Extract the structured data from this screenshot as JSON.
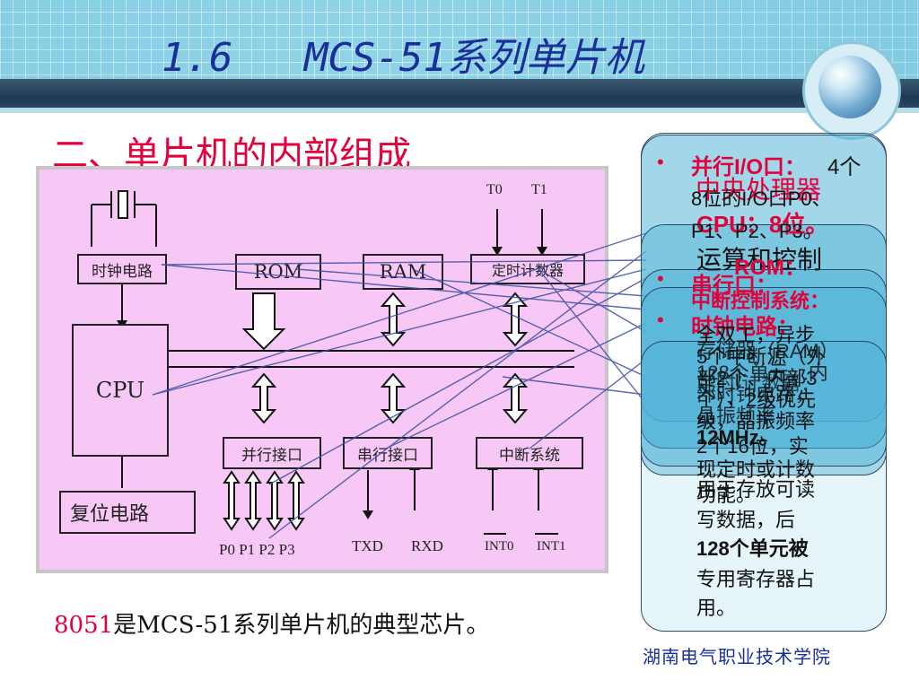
{
  "slide": {
    "title": "1.6   MCS-51系列单片机",
    "subtitle": "二、单片机的内部组成",
    "footer_chip": "8051",
    "footer_rest": "是MCS-51系列单片机的典型芯片。",
    "school": "湖南电气职业技术学院"
  },
  "diagram": {
    "clock": "时钟电路",
    "rom": "ROM",
    "ram": "RAM",
    "timer": "定时计数器",
    "cpu": "CPU",
    "parallel": "并行接口",
    "serial": "串行接口",
    "interrupt": "中断系统",
    "reset": "复位电路",
    "t0": "T0",
    "t1": "T1",
    "ports": "P0 P1 P2 P3",
    "txd": "TXD",
    "rxd": "RXD",
    "int0": "INT0",
    "int1": "INT1"
  },
  "callouts": {
    "bullet": "•",
    "io_head": "并行I/O口：",
    "io_rest": "4个",
    "cpu_head": "中央处理器",
    "io_line2": "8位的I/O口P0、",
    "cpu_line2": "CPU：8位。",
    "io_line3": "P1、P2、P3。",
    "ops": "运算和控制",
    "rom_head": "ROM：",
    "serial_head": "串行口：",
    "int_head": "中断控制系统：",
    "clock_head": "时钟电路：",
    "mixed_1": "全双工，异步",
    "mixed_2": "5个中断源（外",
    "mixed_3": "部2个、内部3",
    "mixed_4": "个），2级优先",
    "mixed_5": "级，晶振频率",
    "ram_1": "存储器（RAM）",
    "ram_2": "128个单元，内",
    "ram_3": "部时钟电路，",
    "ram_4": "晶振频率",
    "ram_5": "12MHz。",
    "timer_1": "定时/计数器：",
    "timer_2": "2个16位，实",
    "timer_3": "现定时或计数",
    "timer_4": "功能。",
    "ram_tail_1": "用于存放可读",
    "ram_tail_2": "写数据，后",
    "ram_tail_3": "128个单元被",
    "ram_tail_4": "专用寄存器占",
    "ram_tail_5": "用。"
  },
  "colors": {
    "title": "#1a2f9a",
    "accent_red": "#e4003a",
    "diagram_bg": "#f7c8f5",
    "panel_fill": "#5db8d9"
  }
}
